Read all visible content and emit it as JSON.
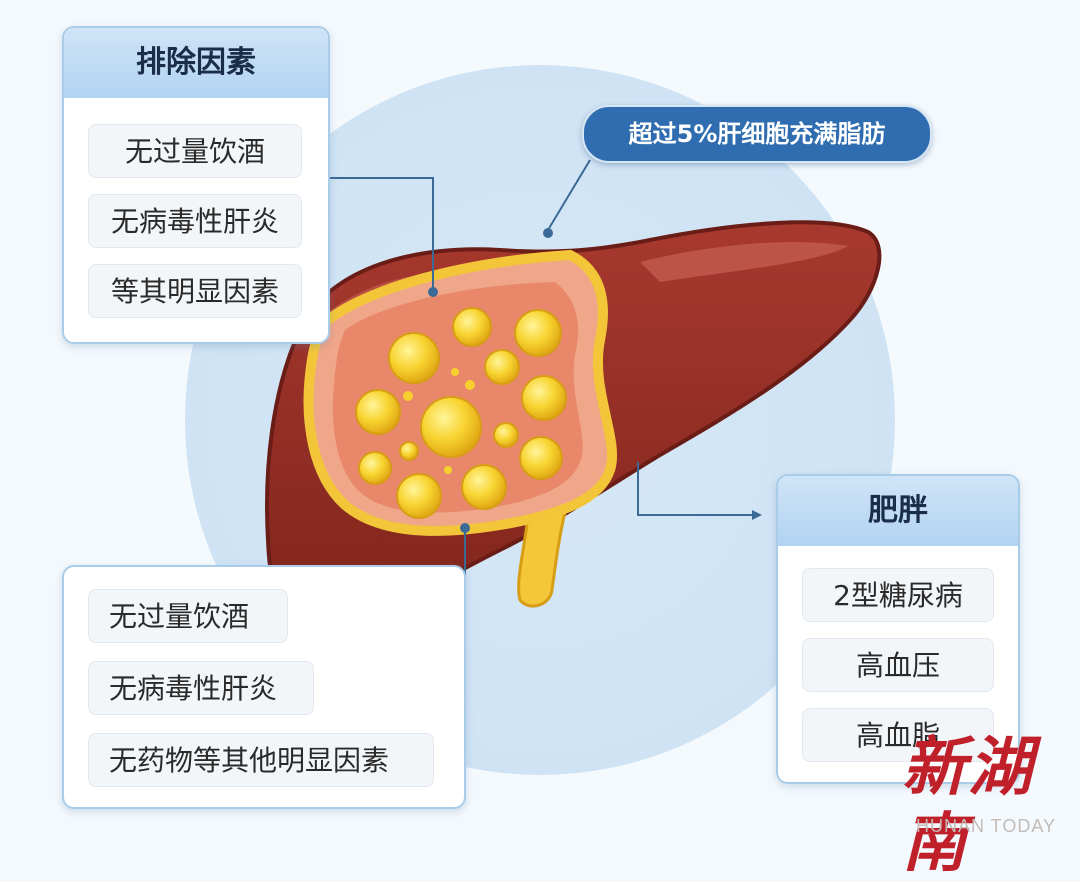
{
  "callout": "超过5%肝细胞充满脂肪",
  "panel_exclusion": {
    "title": "排除因素",
    "items": [
      "无过量饮酒",
      "无病毒性肝炎",
      "等其明显因素"
    ]
  },
  "panel_bottom": {
    "items": [
      "无过量饮酒",
      "无病毒性肝炎",
      "无药物等其他明显因素"
    ]
  },
  "panel_obesity": {
    "title": "肥胖",
    "items": [
      "2型糖尿病",
      "高血压",
      "高血脂"
    ]
  },
  "brand": {
    "name": "新湖南",
    "sub": "HUNAN TODAY"
  },
  "colors": {
    "liver": "#8e2c23",
    "liver_highlight": "#b2473a",
    "fat_droplet": "#f6d02e",
    "callout_bg": "#2f6db0",
    "brand_red": "#c0202a"
  }
}
